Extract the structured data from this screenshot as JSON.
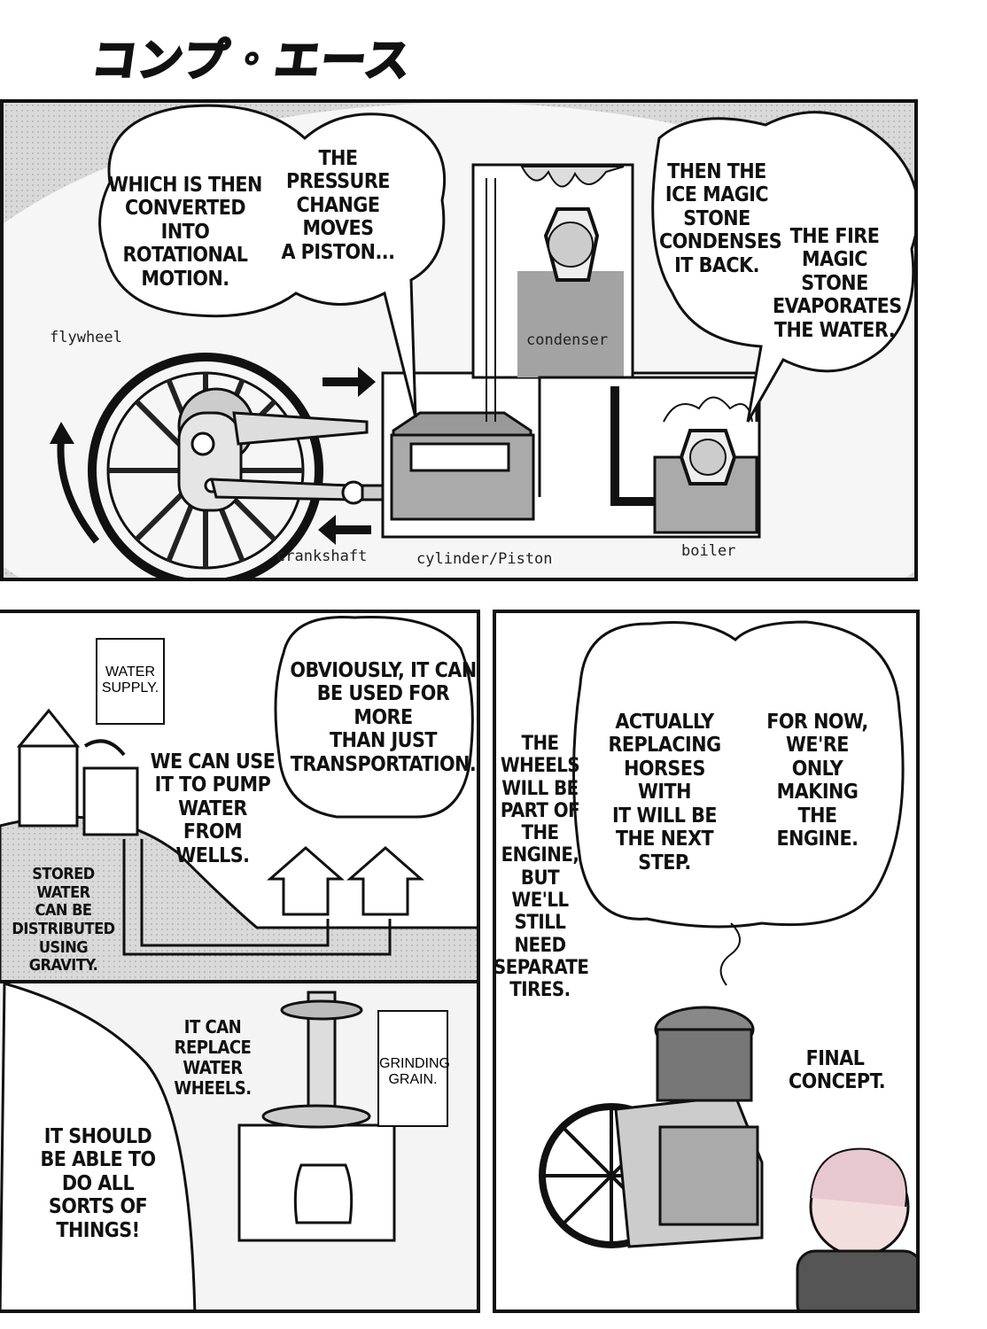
{
  "logo": {
    "text": "コンプ・エース"
  },
  "panel1": {
    "bubbles": [
      "WHICH IS THEN\nCONVERTED INTO\nROTATIONAL\nMOTION.",
      "THE PRESSURE\nCHANGE MOVES\nA PISTON...",
      "THEN THE\nICE MAGIC\nSTONE\nCONDENSES\nIT BACK.",
      "THE FIRE\nMAGIC STONE\nEVAPORATES\nTHE WATER."
    ],
    "labels": {
      "flywheel": "flywheel",
      "crankshaft": "crankshaft",
      "cylinder": "cylinder/Piston",
      "condenser": "condenser",
      "boiler": "boiler"
    }
  },
  "panel2": {
    "caption": "WATER\nSUPPLY.",
    "bubble_obviously": "OBVIOUSLY, IT CAN\nBE USED FOR MORE\nTHAN JUST\nTRANSPORTATION.",
    "text_pump": "WE CAN USE\nIT TO PUMP\nWATER FROM\nWELLS.",
    "text_stored": "STORED WATER\nCAN BE\nDISTRIBUTED\nUSING GRAVITY."
  },
  "panel3": {
    "bubble_left": "ACTUALLY\nREPLACING\nHORSES WITH\nIT WILL BE\nTHE NEXT\nSTEP.",
    "bubble_right": "FOR NOW,\nWE'RE ONLY\nMAKING THE\nENGINE.",
    "text_wheels": "THE\nWHEELS\nWILL BE\nPART OF\nTHE\nENGINE,\nBUT WE'LL\nSTILL NEED\nSEPARATE\nTIRES.",
    "text_final": "FINAL\nCONCEPT."
  },
  "panel4": {
    "text_replace": "IT CAN REPLACE\nWATER WHEELS.",
    "caption": "GRINDING\nGRAIN.",
    "bubble": "IT SHOULD\nBE ABLE TO\nDO ALL\nSORTS OF\nTHINGS!"
  }
}
